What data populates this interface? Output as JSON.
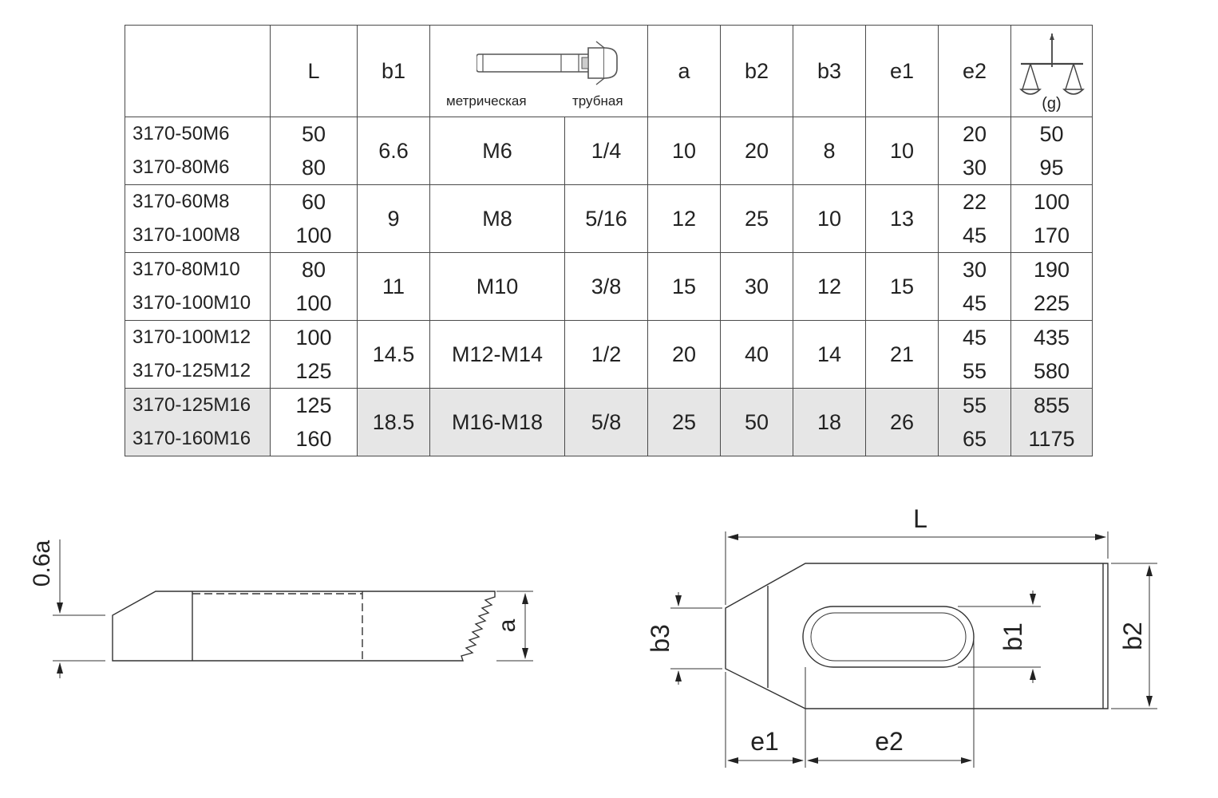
{
  "table": {
    "headers": {
      "code": "",
      "L": "L",
      "b1": "b1",
      "thread_metric": "метрическая",
      "thread_pipe": "трубная",
      "a": "a",
      "b2": "b2",
      "b3": "b3",
      "e1": "e1",
      "e2": "e2",
      "weight_unit": "(g)"
    },
    "icons": {
      "thread": "bolt-icon",
      "weight": "balance-scale-icon"
    },
    "shaded_row_color": "#e6e6e6",
    "groups": [
      {
        "codes": [
          "3170-50M6",
          "3170-80M6"
        ],
        "L": [
          "50",
          "80"
        ],
        "b1": "6.6",
        "metric": "M6",
        "pipe": "1/4",
        "a": "10",
        "b2": "20",
        "b3": "8",
        "e1": "10",
        "e2": [
          "20",
          "30"
        ],
        "weight": [
          "50",
          "95"
        ]
      },
      {
        "codes": [
          "3170-60M8",
          "3170-100M8"
        ],
        "L": [
          "60",
          "100"
        ],
        "b1": "9",
        "metric": "M8",
        "pipe": "5/16",
        "a": "12",
        "b2": "25",
        "b3": "10",
        "e1": "13",
        "e2": [
          "22",
          "45"
        ],
        "weight": [
          "100",
          "170"
        ]
      },
      {
        "codes": [
          "3170-80M10",
          "3170-100M10"
        ],
        "L": [
          "80",
          "100"
        ],
        "b1": "11",
        "metric": "M10",
        "pipe": "3/8",
        "a": "15",
        "b2": "30",
        "b3": "12",
        "e1": "15",
        "e2": [
          "30",
          "45"
        ],
        "weight": [
          "190",
          "225"
        ]
      },
      {
        "codes": [
          "3170-100M12",
          "3170-125M12"
        ],
        "L": [
          "100",
          "125"
        ],
        "b1": "14.5",
        "metric": "M12-M14",
        "pipe": "1/2",
        "a": "20",
        "b2": "40",
        "b3": "14",
        "e1": "21",
        "e2": [
          "45",
          "55"
        ],
        "weight": [
          "435",
          "580"
        ]
      },
      {
        "codes": [
          "3170-125M16",
          "3170-160M16"
        ],
        "L": [
          "125",
          "160"
        ],
        "b1": "18.5",
        "metric": "M16-M18",
        "pipe": "5/8",
        "a": "25",
        "b2": "50",
        "b3": "18",
        "e1": "26",
        "e2": [
          "55",
          "65"
        ],
        "weight": [
          "855",
          "1175"
        ],
        "shaded": true
      }
    ]
  },
  "side_view": {
    "dim_height_ratio": "0.6a",
    "dim_a": "a"
  },
  "top_view": {
    "dim_L": "L",
    "dim_b1": "b1",
    "dim_b2": "b2",
    "dim_b3": "b3",
    "dim_e1": "e1",
    "dim_e2": "e2"
  }
}
